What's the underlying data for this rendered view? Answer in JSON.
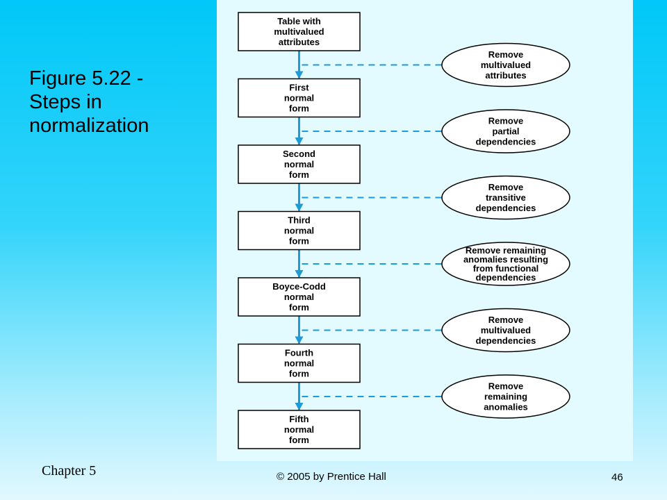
{
  "slide": {
    "title_lines": [
      "Figure 5.22 -",
      "Steps in",
      "normalization"
    ],
    "chapter": "Chapter 5",
    "copyright": "© 2005 by Prentice Hall",
    "page_number": "46"
  },
  "diagram": {
    "steps": [
      {
        "lines": [
          "Table with",
          "multivalued",
          "attributes"
        ]
      },
      {
        "lines": [
          "First",
          "normal",
          "form"
        ]
      },
      {
        "lines": [
          "Second",
          "normal",
          "form"
        ]
      },
      {
        "lines": [
          "Third",
          "normal",
          "form"
        ]
      },
      {
        "lines": [
          "Boyce-Codd",
          "normal",
          "form"
        ]
      },
      {
        "lines": [
          "Fourth",
          "normal",
          "form"
        ]
      },
      {
        "lines": [
          "Fifth",
          "normal",
          "form"
        ]
      }
    ],
    "actions": [
      {
        "lines": [
          "Remove",
          "multivalued",
          "attributes"
        ]
      },
      {
        "lines": [
          "Remove",
          "partial",
          "dependencies"
        ]
      },
      {
        "lines": [
          "Remove",
          "transitive",
          "dependencies"
        ]
      },
      {
        "lines": [
          "Remove remaining",
          "anomalies resulting",
          "from functional",
          "dependencies"
        ]
      },
      {
        "lines": [
          "Remove",
          "multivalued",
          "dependencies"
        ]
      },
      {
        "lines": [
          "Remove",
          "remaining",
          "anomalies"
        ]
      }
    ],
    "colors": {
      "arrow": "#1e9ad6",
      "box_fill": "#ffffff",
      "box_stroke": "#000000",
      "panel": "#e3fbff"
    }
  }
}
